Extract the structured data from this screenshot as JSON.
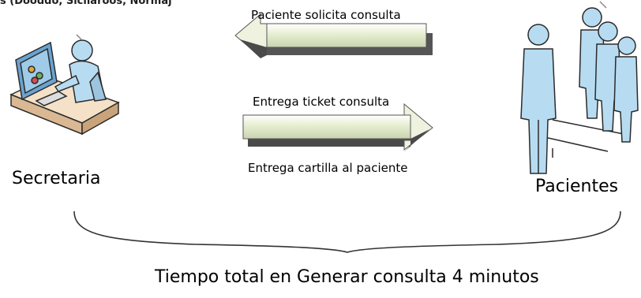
{
  "header_fragment": "s (Dooddo, Sicilaroos, Normaj",
  "arrow_left": {
    "label": "Paciente solicita consulta"
  },
  "arrow_right": {
    "label_top": "Entrega ticket consulta",
    "label_bottom": "Entrega cartilla al paciente"
  },
  "actors": {
    "left": "Secretaria",
    "right": "Pacientes"
  },
  "footer": "Tiempo total en Generar consulta 4 minutos",
  "colors": {
    "arrow_top": "#e8f0d0",
    "arrow_dark": "#4a4a4a",
    "figure_fill": "#b7dcf2",
    "figure_stroke": "#2b2b2b",
    "monitor": "#6aa3d0",
    "desk": "#f4e1c8"
  }
}
